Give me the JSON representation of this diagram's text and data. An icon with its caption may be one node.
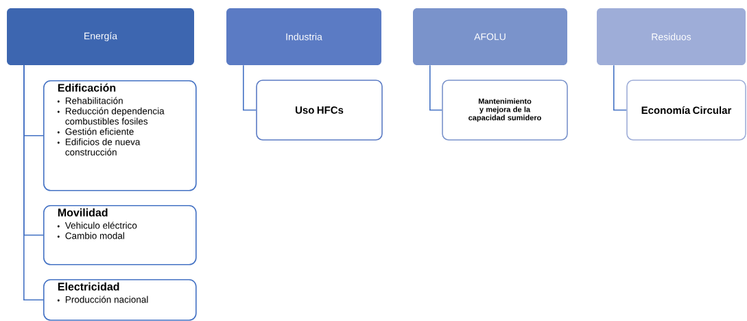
{
  "diagram": {
    "nodes": [
      {
        "text": [
          "Energía"
        ]
      },
      {
        "text": [
          "Edificación",
          "Rehabilitación",
          "Reducción dependencia combustibles fosiles",
          "Gestión eficiente",
          "Edificios de nueva construcción"
        ]
      },
      {
        "text": [
          "Movilidad",
          "Vehiculo eléctrico",
          "Cambio modal"
        ]
      },
      {
        "text": [
          "Electricidad",
          "Producción nacional"
        ]
      },
      {
        "text": [
          "Industria"
        ]
      },
      {
        "text": [
          "Uso HFCs"
        ]
      },
      {
        "text": [
          "AFOLU"
        ]
      },
      {
        "text": [
          "Mantenimiento y mejora de la capacidad sumidero"
        ]
      },
      {
        "text": [
          "Residuos"
        ]
      },
      {
        "text": [
          "Economía Circular"
        ]
      }
    ],
    "edges": [
      {
        "from": 0,
        "to": 1,
        "arrow": "none"
      },
      {
        "from": 0,
        "to": 2,
        "arrow": "none"
      },
      {
        "from": 0,
        "to": 3,
        "arrow": "none"
      },
      {
        "from": 4,
        "to": 5,
        "arrow": "none"
      },
      {
        "from": 6,
        "to": 7,
        "arrow": "none"
      },
      {
        "from": 8,
        "to": 9,
        "arrow": "none"
      }
    ]
  }
}
